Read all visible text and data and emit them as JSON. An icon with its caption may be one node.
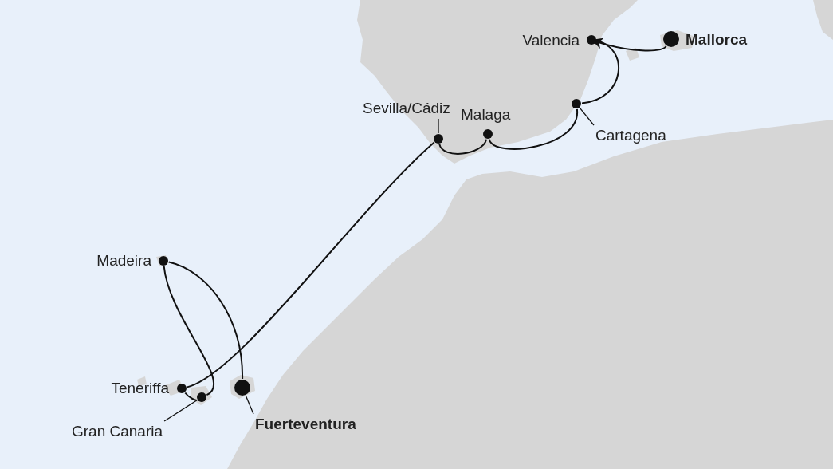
{
  "diagram": {
    "nodes": [
      {
        "text": [],
        "shape": "circle",
        "beside": [
          "Mallorca"
        ]
      },
      {
        "text": [],
        "shape": "circle",
        "beside": [
          "Valencia"
        ]
      },
      {
        "text": [],
        "shape": "circle"
      },
      {
        "text": [
          "Cartagena"
        ]
      },
      {
        "text": [],
        "shape": "circle",
        "beside": [
          "Malaga"
        ]
      },
      {
        "text": [],
        "shape": "circle"
      },
      {
        "text": [
          "Sevilla/Cádiz"
        ]
      },
      {
        "text": [],
        "shape": "circle",
        "beside": [
          "Teneriffa"
        ]
      },
      {
        "text": [],
        "shape": "circle"
      },
      {
        "text": [
          "Gran Canaria"
        ]
      },
      {
        "text": [],
        "shape": "circle",
        "beside": [
          "Madeira"
        ]
      },
      {
        "text": [],
        "shape": "circle"
      },
      {
        "text": [
          "Fuerteventura"
        ]
      }
    ],
    "edges": [
      {
        "from": 0,
        "to": 1,
        "arrow": "to"
      },
      {
        "from": 1,
        "to": 2,
        "arrow": "none"
      },
      {
        "from": 2,
        "to": 4,
        "arrow": "none"
      },
      {
        "from": 4,
        "to": 5,
        "arrow": "none"
      },
      {
        "from": 5,
        "to": 7,
        "arrow": "none"
      },
      {
        "from": 7,
        "to": 8,
        "arrow": "none"
      },
      {
        "from": 8,
        "to": 10,
        "arrow": "none"
      },
      {
        "from": 10,
        "to": 11,
        "arrow": "none"
      },
      {
        "from": 3,
        "to": 2,
        "arrow": "none"
      },
      {
        "from": 6,
        "to": 5,
        "arrow": "none"
      },
      {
        "from": 9,
        "to": 8,
        "arrow": "none"
      },
      {
        "from": 12,
        "to": 11,
        "arrow": "none"
      }
    ]
  }
}
